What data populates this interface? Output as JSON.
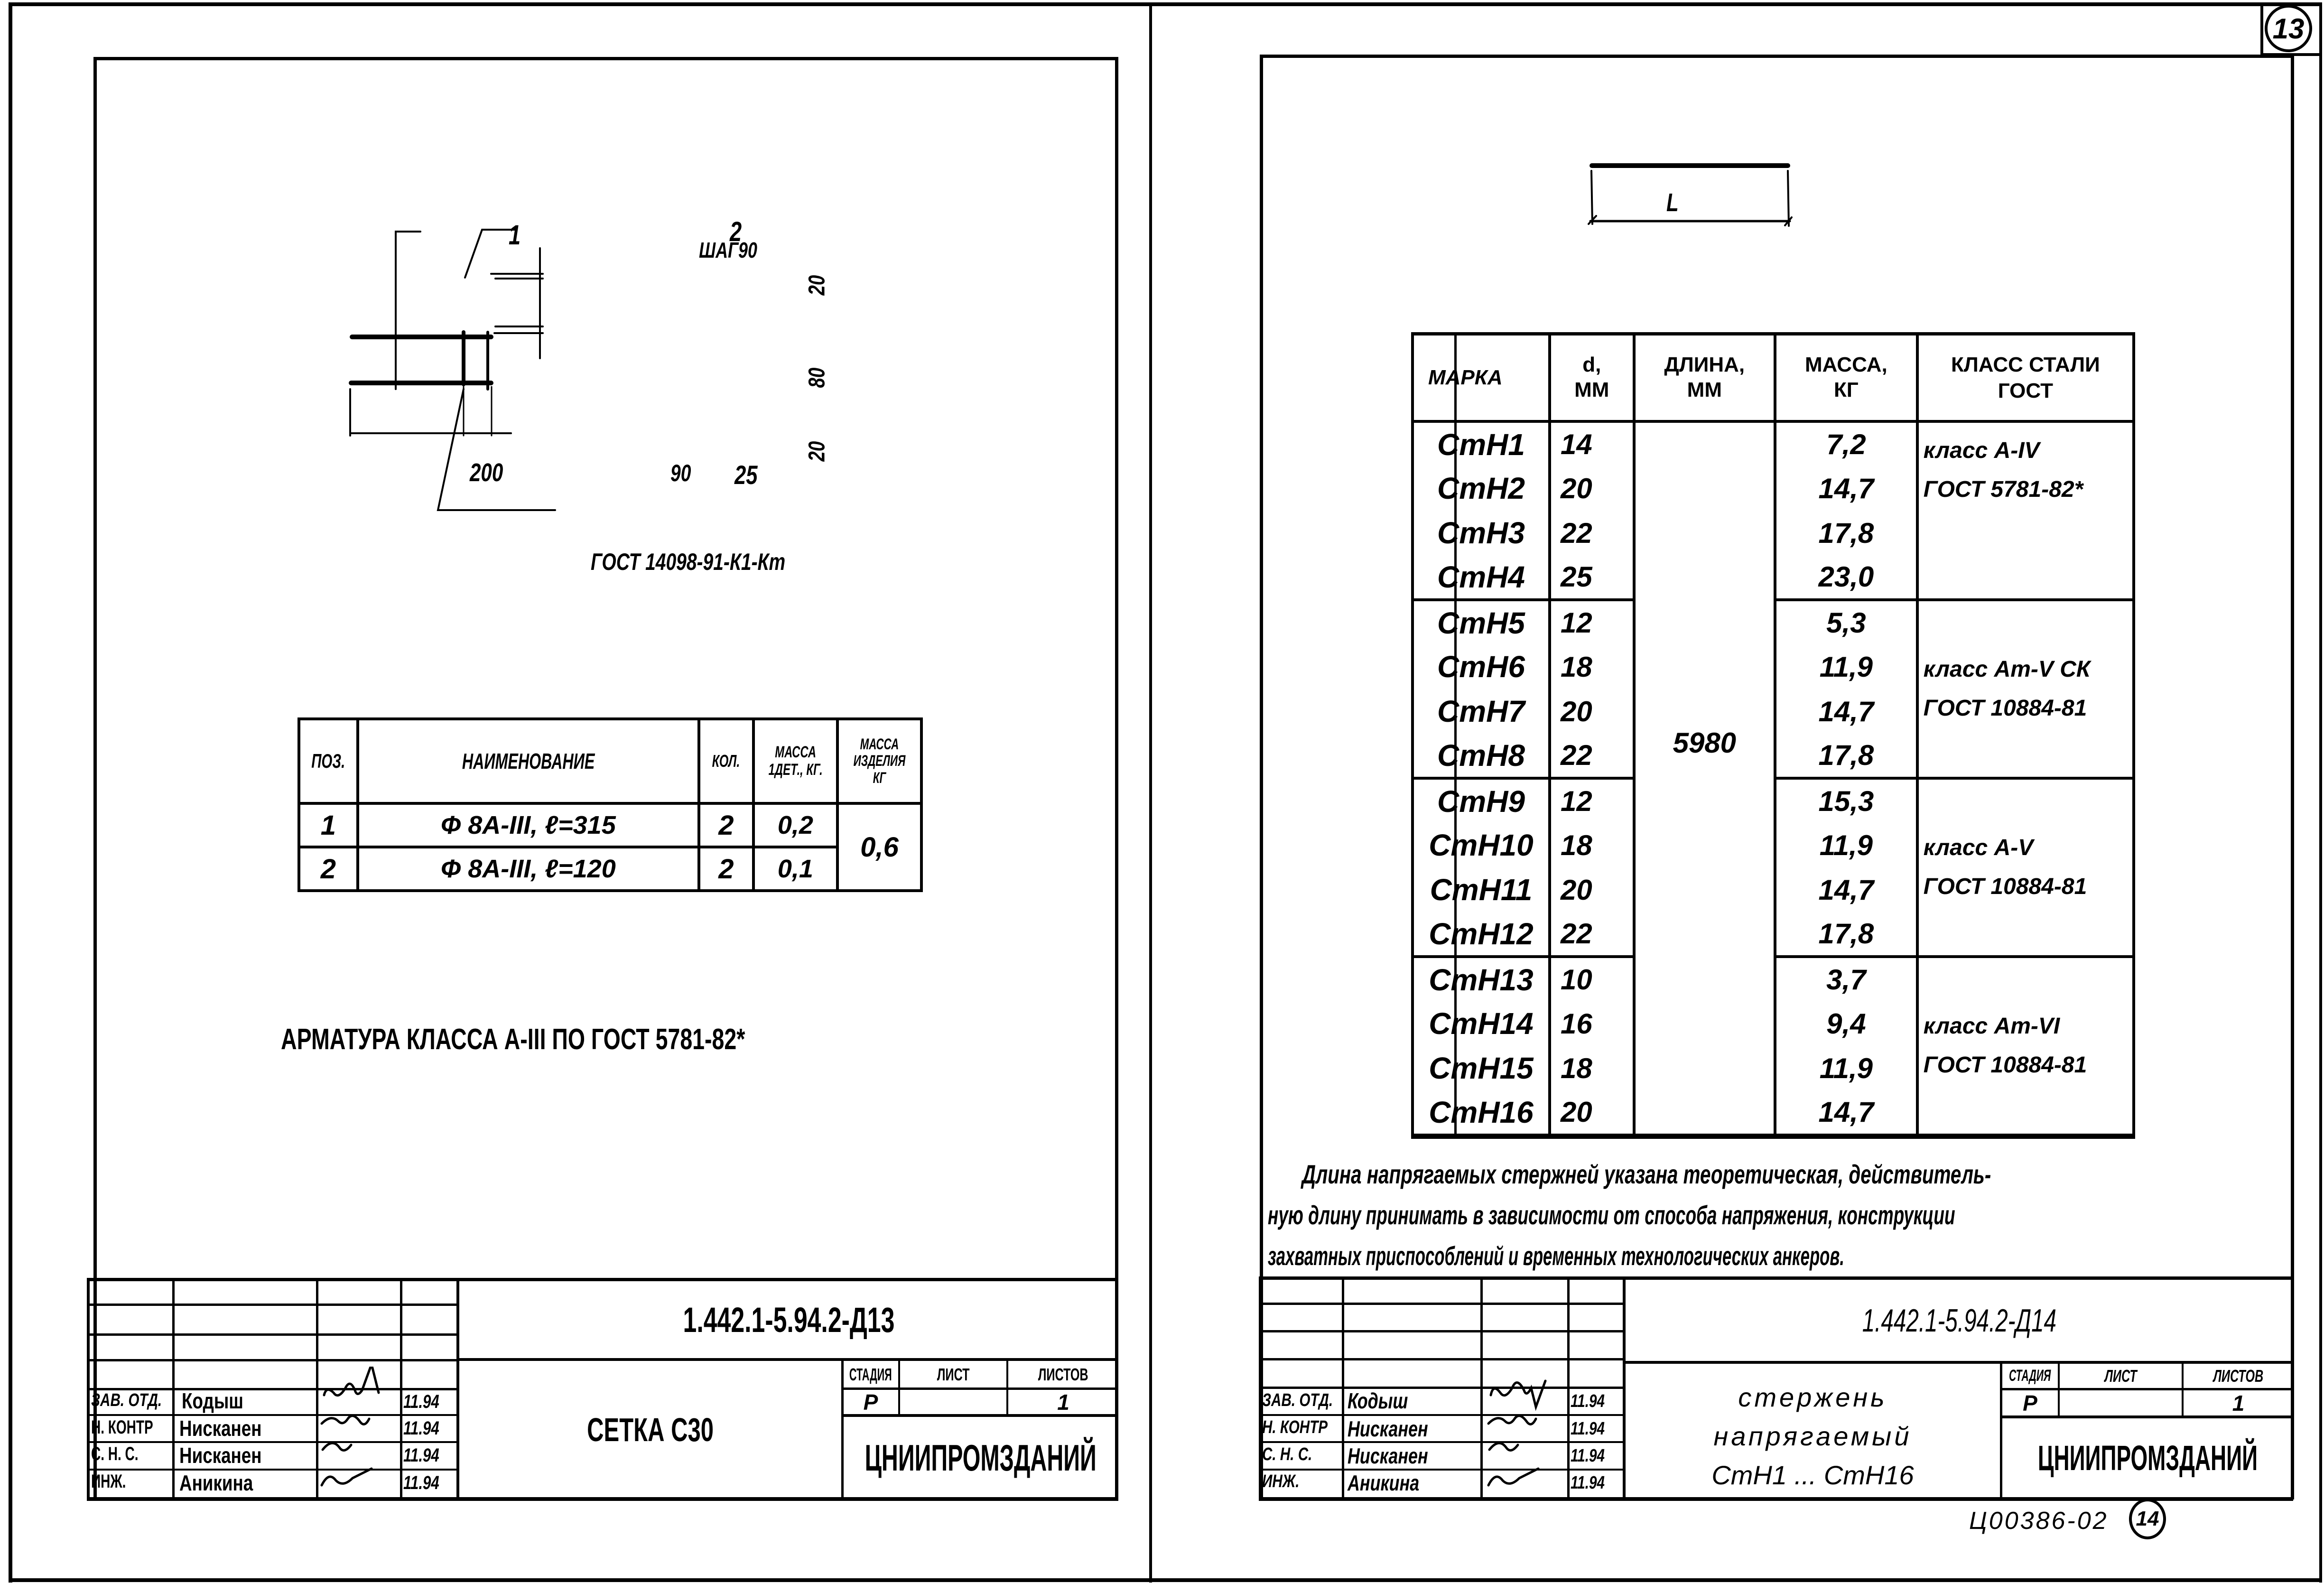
{
  "sheet_left": {
    "drawing": {
      "callout_1": "1",
      "callout_2": "2",
      "step_label": "ШАГ90",
      "dim_200": "200",
      "dim_90": "90",
      "dim_25": "25",
      "dim_20_top": "20",
      "dim_80": "80",
      "dim_20_bottom": "20",
      "gost_label": "ГОСТ 14098-91-К1-Кт"
    },
    "spec_table": {
      "headers": [
        "ПОЗ.",
        "НАИМЕНОВАНИЕ",
        "КОЛ.",
        "МАССА 1ДЕТ., КГ.",
        "МАССА ИЗДЕЛИЯ КГ"
      ],
      "rows": [
        {
          "pos": "1",
          "name": "Ф 8А-III, ℓ=315",
          "qty": "2",
          "mass_unit": "0,2"
        },
        {
          "pos": "2",
          "name": "Ф 8А-III, ℓ=120",
          "qty": "2",
          "mass_unit": "0,1"
        }
      ],
      "mass_total": "0,6"
    },
    "note": "АРМАТУРА КЛАССА А-III ПО ГОСТ 5781-82*",
    "title_block": {
      "doc_code": "1.442.1-5.94.2-Д13",
      "title": "СЕТКА С30",
      "stage_header": "СТАДИЯ",
      "sheet_header": "ЛИСТ",
      "sheets_header": "ЛИСТОВ",
      "stage": "Р",
      "sheet": "",
      "sheets": "1",
      "organization": "ЦНИИПРОМЗДАНИЙ",
      "signatures": [
        {
          "role": "ЗАВ. ОТД.",
          "name": "Кодыш",
          "date": "11.94"
        },
        {
          "role": "Н. КОНТР",
          "name": "Нисканен",
          "date": "11.94"
        },
        {
          "role": "С. Н. С.",
          "name": "Нисканен",
          "date": "11.94"
        },
        {
          "role": "ИНЖ.",
          "name": "Аникина",
          "date": "11.94"
        }
      ]
    }
  },
  "sheet_right": {
    "page_number_top": "13",
    "drawing": {
      "length_label": "L"
    },
    "rods_table": {
      "headers": [
        "МАРКА",
        "d, ММ",
        "ДЛИНА, ММ",
        "МАССА, КГ",
        "КЛАСС СТАЛИ ГОСТ"
      ],
      "length_all": "5980",
      "groups": [
        {
          "class_line1": "класс А-IV",
          "class_line2": "ГОСТ 5781-82*",
          "rows": [
            {
              "mark": "СтН1",
              "d": "14",
              "mass": "7,2"
            },
            {
              "mark": "СтН2",
              "d": "20",
              "mass": "14,7"
            },
            {
              "mark": "СтН3",
              "d": "22",
              "mass": "17,8"
            },
            {
              "mark": "СтН4",
              "d": "25",
              "mass": "23,0"
            }
          ]
        },
        {
          "class_line1": "класс Ат-V СК",
          "class_line2": "ГОСТ 10884-81",
          "rows": [
            {
              "mark": "СтН5",
              "d": "12",
              "mass": "5,3"
            },
            {
              "mark": "СтН6",
              "d": "18",
              "mass": "11,9"
            },
            {
              "mark": "СтН7",
              "d": "20",
              "mass": "14,7"
            },
            {
              "mark": "СтН8",
              "d": "22",
              "mass": "17,8"
            }
          ]
        },
        {
          "class_line1": "класс А-V",
          "class_line2": "ГОСТ 10884-81",
          "rows": [
            {
              "mark": "СтН9",
              "d": "12",
              "mass": "15,3"
            },
            {
              "mark": "СтН10",
              "d": "18",
              "mass": "11,9"
            },
            {
              "mark": "СтН11",
              "d": "20",
              "mass": "14,7"
            },
            {
              "mark": "СтН12",
              "d": "22",
              "mass": "17,8"
            }
          ]
        },
        {
          "class_line1": "класс Ат-VI",
          "class_line2": "ГОСТ 10884-81",
          "rows": [
            {
              "mark": "СтН13",
              "d": "10",
              "mass": "3,7"
            },
            {
              "mark": "СтН14",
              "d": "16",
              "mass": "9,4"
            },
            {
              "mark": "СтН15",
              "d": "18",
              "mass": "11,9"
            },
            {
              "mark": "СтН16",
              "d": "20",
              "mass": "14,7"
            }
          ]
        }
      ]
    },
    "note_lines": [
      "Длина напрягаемых стержней указана теоретическая, действитель-",
      "ную длину принимать в зависимости от способа напряжения, конструкции",
      "захватных приспособлений и временных технологических анкеров."
    ],
    "title_block": {
      "doc_code": "1.442.1-5.94.2-Д14",
      "title_line1": "стержень",
      "title_line2": "напрягаемый",
      "title_line3": "СтН1 ... СтН16",
      "stage_header": "СТАДИЯ",
      "sheet_header": "ЛИСТ",
      "sheets_header": "ЛИСТОВ",
      "stage": "Р",
      "sheet": "",
      "sheets": "1",
      "organization": "ЦНИИПРОМЗДАНИЙ",
      "signatures": [
        {
          "role": "ЗАВ. ОТД.",
          "name": "Кодыш",
          "date": "11.94"
        },
        {
          "role": "Н. КОНТР",
          "name": "Нисканен",
          "date": "11.94"
        },
        {
          "role": "С. Н. С.",
          "name": "Нисканен",
          "date": "11.94"
        },
        {
          "role": "ИНЖ.",
          "name": "Аникина",
          "date": "11.94"
        }
      ]
    },
    "archive_code": "Ц00386-02",
    "page_number_bottom": "14"
  }
}
